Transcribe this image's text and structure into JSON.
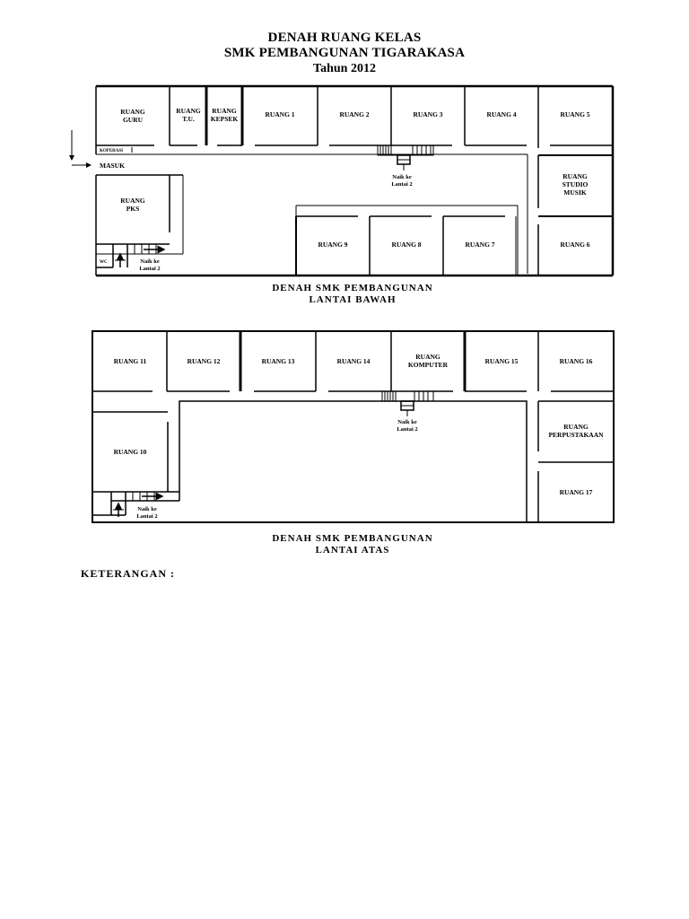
{
  "header": {
    "title": "DENAH RUANG KELAS",
    "school": "SMK PEMBANGUNAN TIGARAKASA",
    "year": "Tahun 2012"
  },
  "ground_floor": {
    "caption_line1": "DENAH SMK PEMBANGUNAN",
    "caption_line2": "LANTAI BAWAH",
    "entrance_label": "MASUK",
    "koperasi_label": "KOPERASI",
    "wc_label": "WC",
    "stairs_label_1": "Naik ke",
    "stairs_label_2": "Lantai 2",
    "rooms": {
      "guru_1": "RUANG",
      "guru_2": "GURU",
      "tu_1": "RUANG",
      "tu_2": "T.U.",
      "kepsek_1": "RUANG",
      "kepsek_2": "KEPSEK",
      "r1": "RUANG 1",
      "r2": "RUANG 2",
      "r3": "RUANG 3",
      "r4": "RUANG 4",
      "r5": "RUANG 5",
      "studio_1": "RUANG",
      "studio_2": "STUDIO",
      "studio_3": "MUSIK",
      "r6": "RUANG 6",
      "r7": "RUANG 7",
      "r8": "RUANG 8",
      "r9": "RUANG 9",
      "pks_1": "RUANG",
      "pks_2": "PKS"
    }
  },
  "upper_floor": {
    "caption_line1": "DENAH SMK PEMBANGUNAN",
    "caption_line2": "LANTAI ATAS",
    "stairs_label_1": "Naik ke",
    "stairs_label_2": "Lantai 2",
    "rooms": {
      "r11": "RUANG 11",
      "r12": "RUANG 12",
      "r13": "RUANG 13",
      "r14": "RUANG 14",
      "komputer_1": "RUANG",
      "komputer_2": "KOMPUTER",
      "r15": "RUANG 15",
      "r16": "RUANG 16",
      "perpus_1": "RUANG",
      "perpus_2": "PERPUSTAKAAN",
      "r17": "RUANG 17",
      "r10": "RUANG 10"
    }
  },
  "footer": {
    "keterangan": "KETERANGAN :"
  },
  "colors": {
    "line": "#000000",
    "background": "#ffffff"
  }
}
